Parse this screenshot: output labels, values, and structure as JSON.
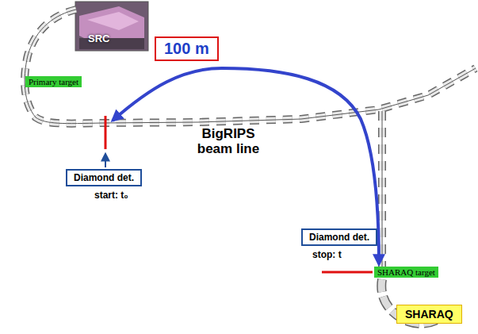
{
  "diagram": {
    "nodes": [
      {
        "text": [
          "SRC"
        ]
      },
      {
        "text": [
          "Primary target"
        ]
      },
      {
        "text": [
          "100 m"
        ]
      },
      {
        "text": [
          "Diamond det.",
          "start: t₀"
        ]
      },
      {
        "text": [
          "Diamond det.",
          "stop: t"
        ]
      },
      {
        "text": [
          "SHARAQ target"
        ]
      },
      {
        "text": [
          "SHARAQ"
        ]
      }
    ],
    "labels": [
      "BigRIPS beam line"
    ]
  }
}
